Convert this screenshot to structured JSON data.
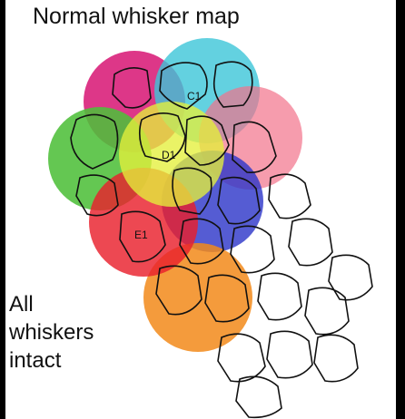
{
  "title": "Normal whisker map",
  "caption": {
    "line1": "All",
    "line2": "whiskers",
    "line3": "intact"
  },
  "labels": {
    "c1": "C1",
    "d1": "D1",
    "e1": "E1"
  },
  "colors": {
    "magenta": "#d81b78",
    "cyan": "#3cc6d8",
    "green": "#4fbf3a",
    "pink": "#f2728a",
    "yellow": "#e4ef3b",
    "blue": "#2f38c9",
    "red": "#e9202c",
    "orange": "#f28a1a"
  }
}
